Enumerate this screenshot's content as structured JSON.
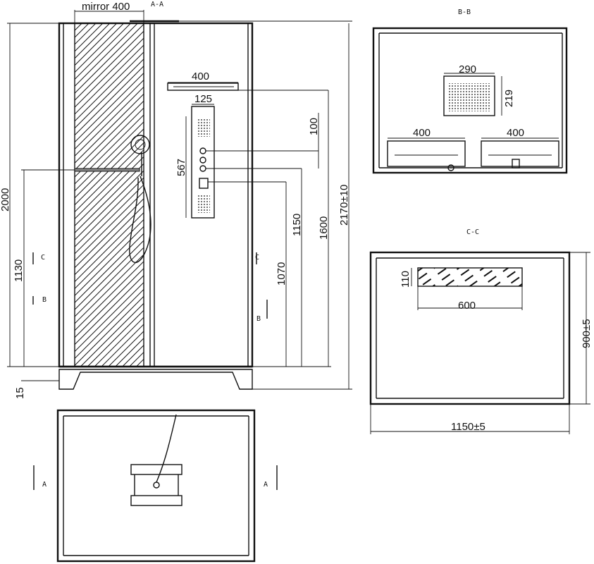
{
  "labels": {
    "mirror": "mirror 400",
    "section_aa": "A-A",
    "section_bb": "B-B",
    "section_cc": "C-C",
    "marker_a": "A",
    "marker_b": "B",
    "marker_c": "C"
  },
  "front_view": {
    "height_total": "2000",
    "height_1130": "1130",
    "base_15": "15",
    "shelf_width": "400",
    "panel_width": "125",
    "panel_height": "567",
    "dim_100": "100",
    "dim_1150": "1150",
    "dim_1070": "1070",
    "dim_1600": "1600",
    "overall_height": "2170±10"
  },
  "section_bb": {
    "top_fixture_width": "290",
    "top_fixture_height": "219",
    "shelf_left_width": "400",
    "shelf_right_width": "400"
  },
  "section_cc": {
    "fixture_height": "110",
    "fixture_width": "600",
    "depth": "900±5",
    "width": "1150±5"
  },
  "colors": {
    "line": "#111111",
    "background": "#ffffff"
  }
}
